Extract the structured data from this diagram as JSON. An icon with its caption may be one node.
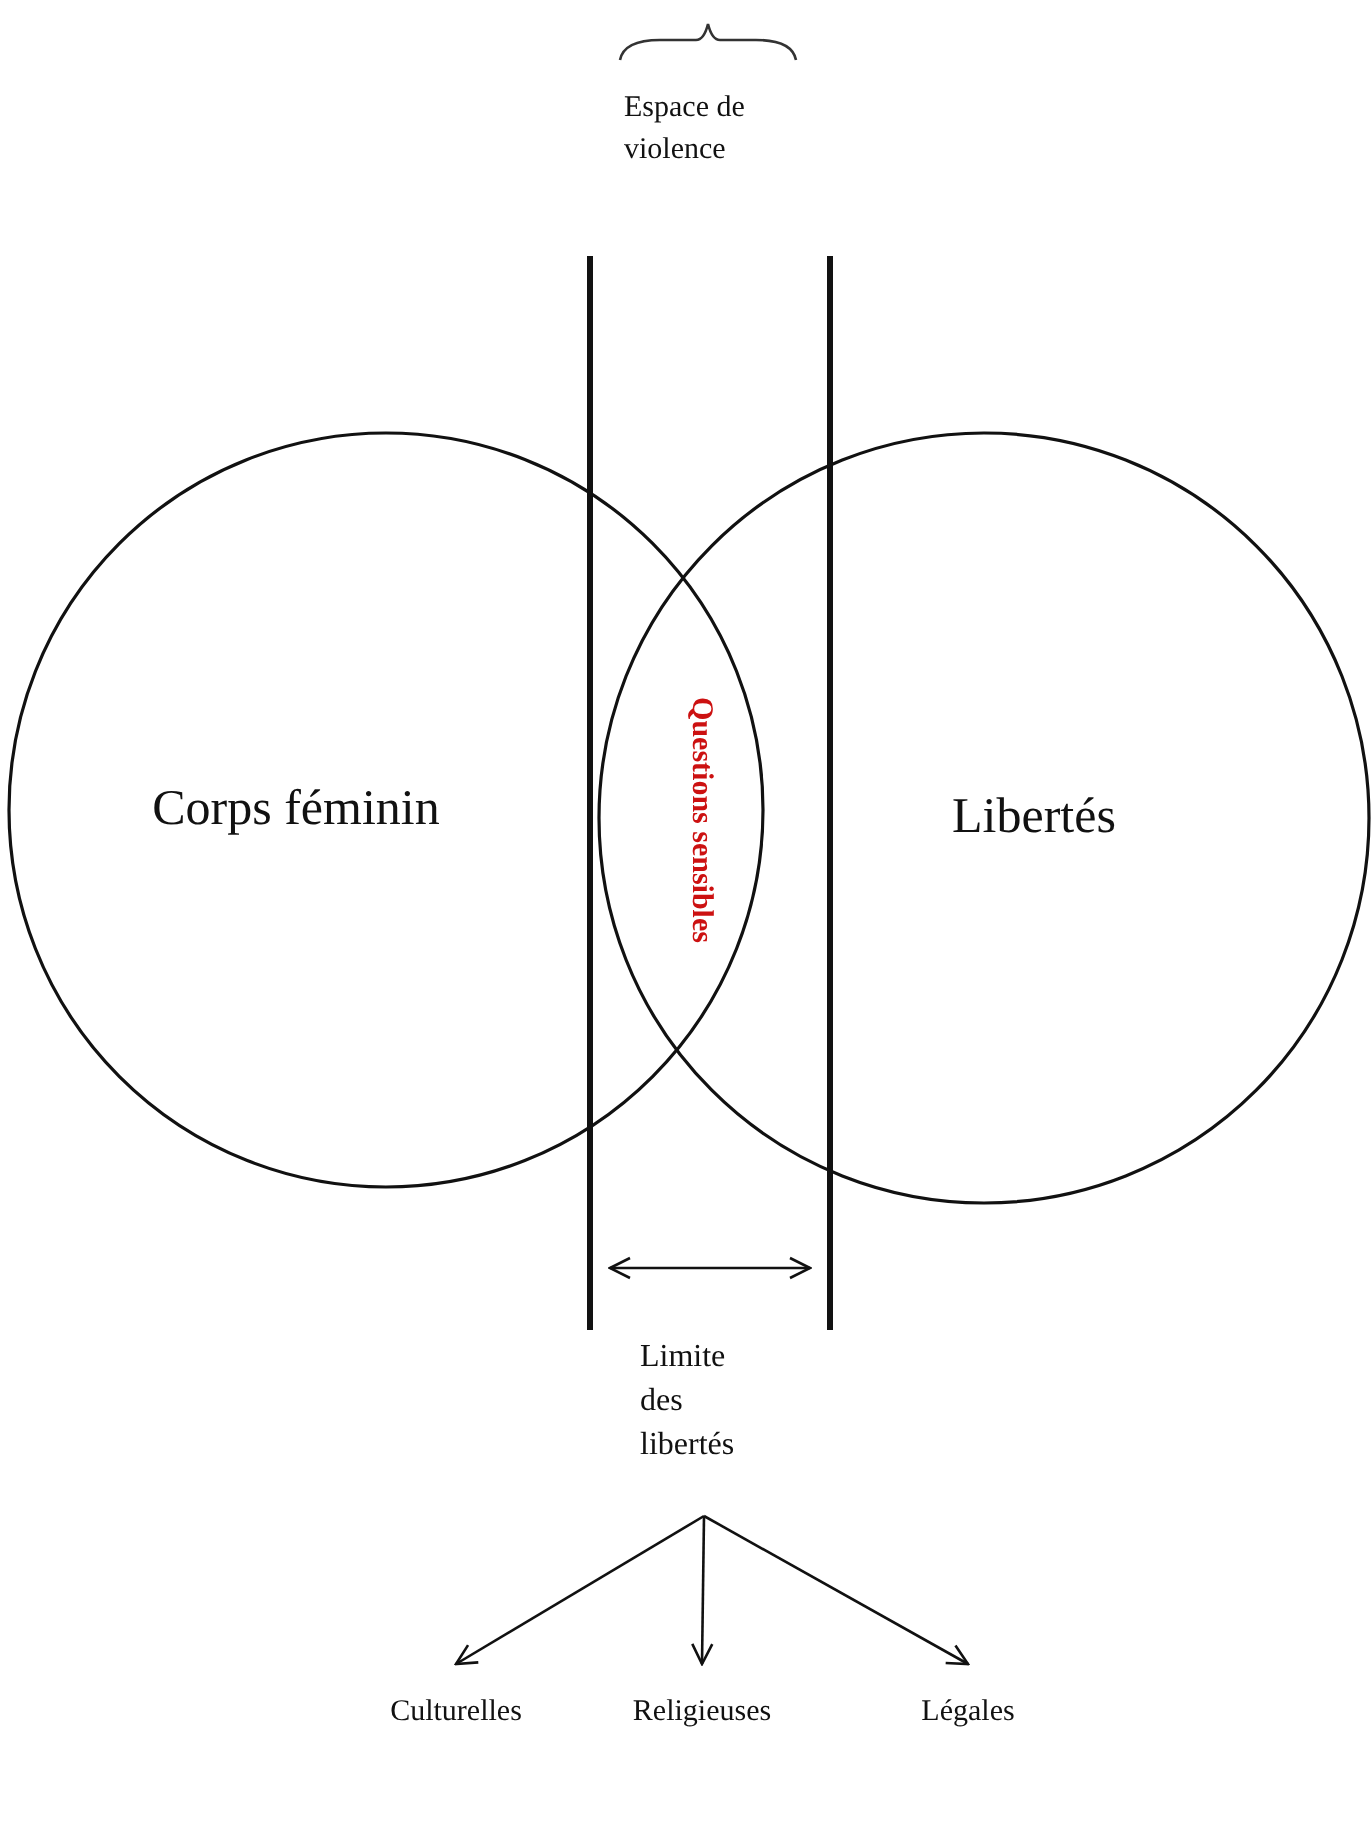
{
  "diagram": {
    "nodes": [
      {
        "text": [
          "Corps féminin"
        ]
      },
      {
        "text": [
          "Libertés"
        ]
      },
      {
        "text": [
          "Limite des libertés"
        ]
      },
      {
        "text": [
          "Culturelles"
        ]
      },
      {
        "text": [
          "Religieuses"
        ]
      },
      {
        "text": [
          "Légales"
        ]
      }
    ],
    "edges": [
      {
        "from": 2,
        "to": 3,
        "arrow": "to"
      },
      {
        "from": 2,
        "to": 4,
        "arrow": "to"
      },
      {
        "from": 2,
        "to": 5,
        "arrow": "to"
      }
    ],
    "labels": [
      "Espace de violence",
      "Questions sensibles"
    ]
  }
}
